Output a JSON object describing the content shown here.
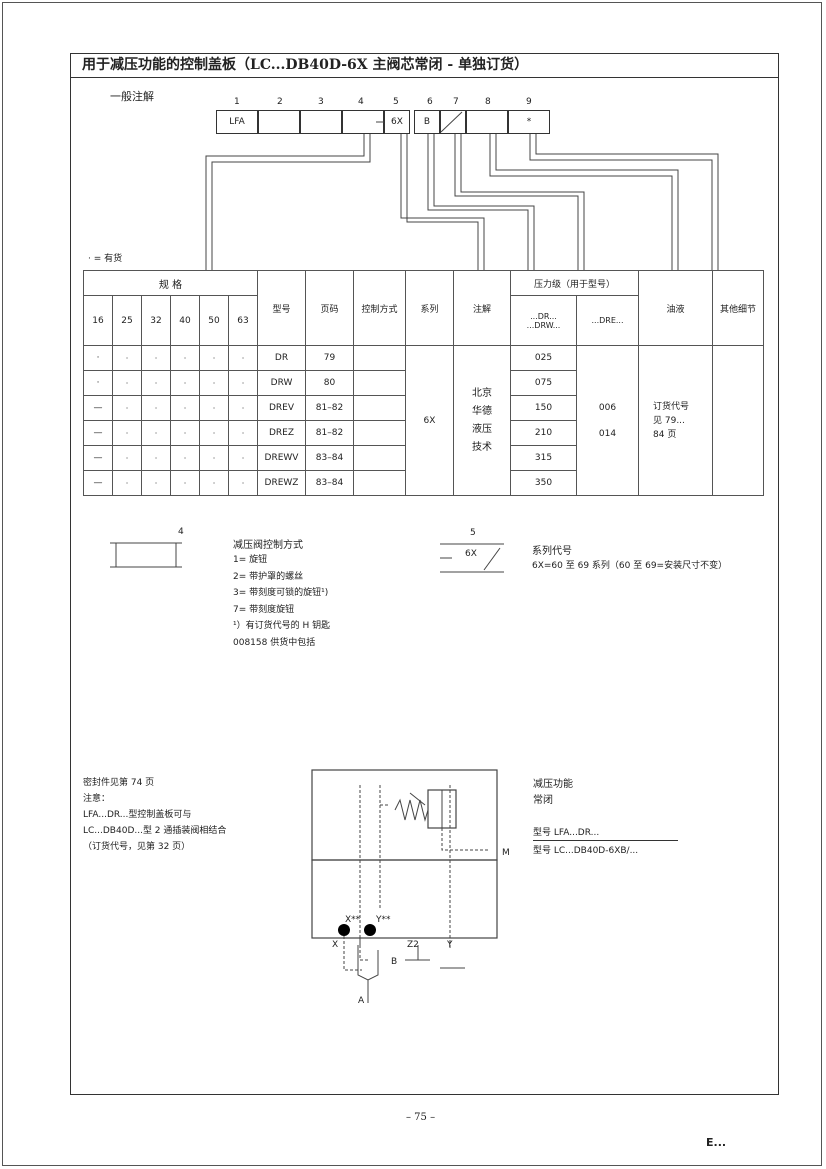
{
  "title": "用于减压功能的控制盖板（LC...DB40D-6X 主阀芯常闭 - 单独订货）",
  "general_notes_label": "一般注解",
  "order_code": {
    "numbers": [
      "1",
      "2",
      "3",
      "4",
      "5",
      "6",
      "7",
      "8",
      "9"
    ],
    "boxes": [
      "LFA",
      "",
      "",
      "",
      "6X",
      "B",
      "",
      "",
      "*"
    ]
  },
  "available_note": "· = 有货",
  "table": {
    "spec_header": "规 格",
    "sizes": [
      "16",
      "25",
      "32",
      "40",
      "50",
      "63"
    ],
    "col_model": "型号",
    "col_page": "页码",
    "col_control": "控制方式",
    "col_series": "系列",
    "col_note": "注解",
    "col_pressure": "压力级（用于型号）",
    "col_pressure_a": "...DR...\n...DRW...",
    "col_pressure_b": "...DRE...",
    "col_fluid": "油液",
    "col_other": "其他细节",
    "rows": [
      {
        "s16": "·",
        "models": "DR",
        "page": "79",
        "p1": "025"
      },
      {
        "s16": "·",
        "models": "DRW",
        "page": "80",
        "p1": "075"
      },
      {
        "s16": "—",
        "models": "DREV",
        "page": "81–82",
        "p1": "150"
      },
      {
        "s16": "—",
        "models": "DREZ",
        "page": "81–82",
        "p1": "210"
      },
      {
        "s16": "—",
        "models": "DREWV",
        "page": "83–84",
        "p1": "315"
      },
      {
        "s16": "—",
        "models": "DREWZ",
        "page": "83–84",
        "p1": "350"
      }
    ],
    "dot": "·",
    "series": "6X",
    "note": "北京\n华德\n液压\n技术",
    "pressure_dre": [
      "006",
      "014"
    ],
    "fluid": "订货代号\n见 79...\n84 页"
  },
  "box4_num": "4",
  "box4_title": "减压阀控制方式",
  "box4_lines": [
    "1= 旋钮",
    "2= 带护罩的螺丝",
    "3= 带刻度可锁的旋钮¹)",
    "7= 带刻度旋钮",
    "¹）有订货代号的 H 钥匙",
    "008158 供货中包括"
  ],
  "box5_num": "5",
  "box5_code": "6X",
  "box5_title": "系列代号",
  "box5_desc": "6X=60 至 69 系列（60 至 69=安装尺寸不变）",
  "bottom_left": [
    "密封件见第 74 页",
    "注意：",
    "LFA...DR...型控制盖板可与",
    "LC...DB40D...型 2 通插装阀相结合",
    "（订货代号，见第 32 页）"
  ],
  "schematic": {
    "x": "X**",
    "y": "Y**",
    "z": "Z2",
    "Y": "Y",
    "X": "X",
    "B": "B",
    "A": "A",
    "M": "M"
  },
  "bottom_right": [
    "减压功能",
    "常闭",
    "型号 LFA...DR...",
    "型号 LC...DB40D-6XB/..."
  ],
  "page_number": "– 75 –",
  "footer_mark": "E..."
}
